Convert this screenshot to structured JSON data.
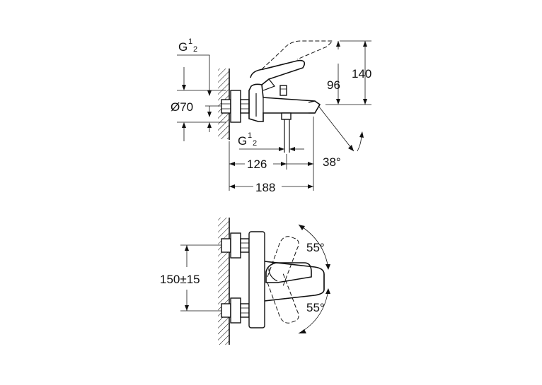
{
  "top_view": {
    "inlet_thread": {
      "main": "G",
      "num": "1",
      "den": "2"
    },
    "inlet_diameter": "Ø70",
    "outlet_thread": {
      "main": "G",
      "num": "1",
      "den": "2"
    },
    "dim_height_outlet": "96",
    "dim_height_total": "140",
    "dim_depth_spout": "126",
    "dim_depth_total": "188",
    "angle_spout": "38°"
  },
  "bottom_view": {
    "dim_center_distance": "150±15",
    "angle_upper": "55°",
    "angle_lower": "55°"
  },
  "colors": {
    "line": "#111111",
    "background": "#ffffff"
  }
}
